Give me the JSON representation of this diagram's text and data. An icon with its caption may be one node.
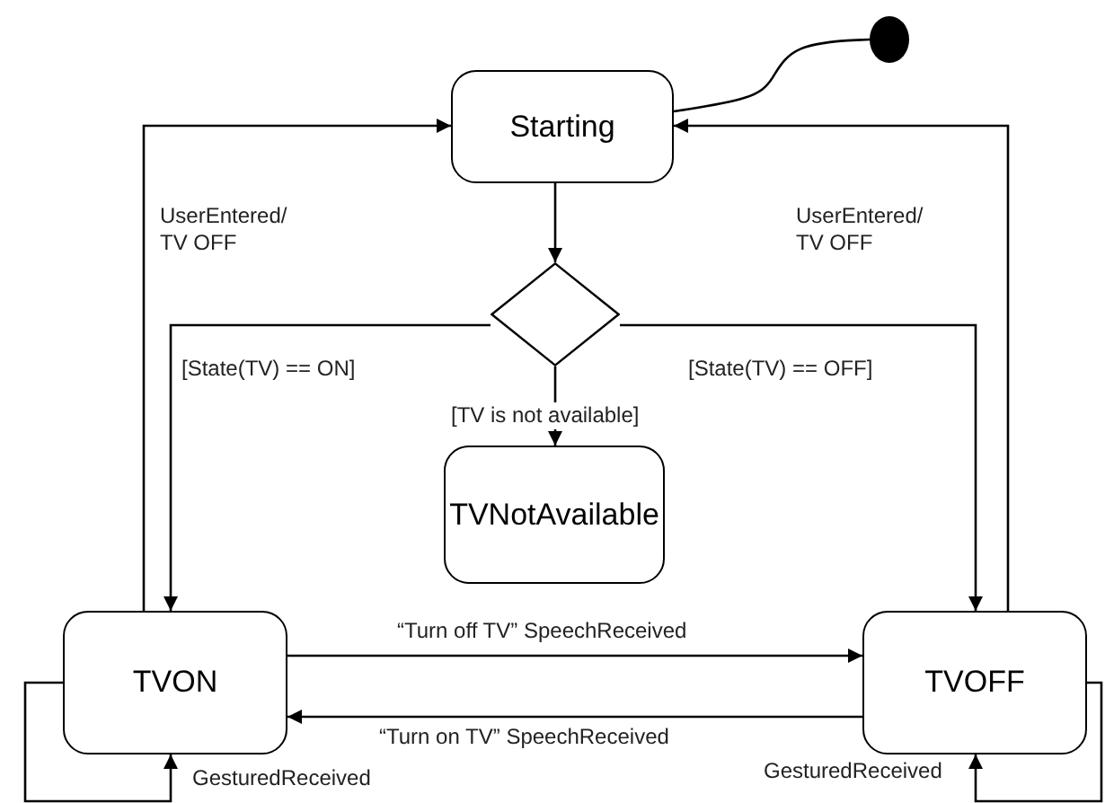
{
  "diagram": {
    "nodes": [
      {
        "text": [],
        "shape": "circle"
      },
      {
        "text": [
          "Starting"
        ]
      },
      {
        "text": [],
        "shape": "diamond"
      },
      {
        "text": [
          "TVNotAvailable"
        ]
      },
      {
        "text": [
          "TVON"
        ]
      },
      {
        "text": [
          "TVOFF"
        ]
      }
    ],
    "edges": [
      {
        "from": 0,
        "to": 1,
        "arrow": "none"
      },
      {
        "from": 1,
        "to": 2,
        "arrow": "to"
      },
      {
        "from": 2,
        "to": 4,
        "arrow": "to",
        "label": "[State(TV) == ON]"
      },
      {
        "from": 2,
        "to": 3,
        "arrow": "to",
        "label": "[TV is not available]"
      },
      {
        "from": 2,
        "to": 5,
        "arrow": "to",
        "label": "[State(TV) == OFF]"
      },
      {
        "from": 4,
        "to": 1,
        "arrow": "to",
        "label": "UserEntered/ TV OFF"
      },
      {
        "from": 5,
        "to": 1,
        "arrow": "to",
        "label": "UserEntered/ TV OFF"
      },
      {
        "from": 4,
        "to": 5,
        "arrow": "to",
        "label": "“Turn off TV” SpeechReceived"
      },
      {
        "from": 5,
        "to": 4,
        "arrow": "to",
        "label": "“Turn on TV” SpeechReceived"
      },
      {
        "from": 4,
        "to": 4,
        "arrow": "to",
        "label": "GesturedReceived"
      },
      {
        "from": 5,
        "to": 5,
        "arrow": "to",
        "label": "GesturedReceived"
      }
    ]
  }
}
